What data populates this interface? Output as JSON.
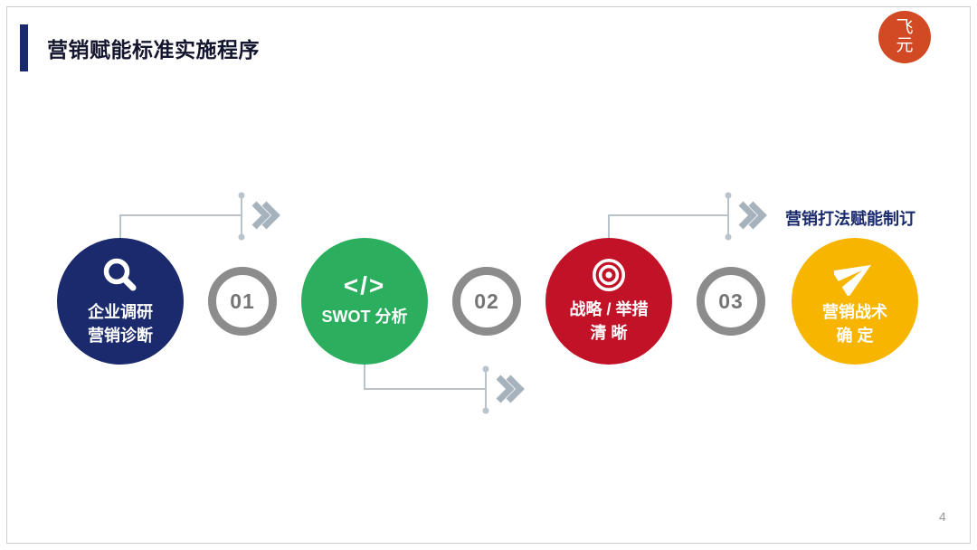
{
  "slide": {
    "title": "营销赋能标准实施程序",
    "page_number": "4",
    "logo": {
      "char_top": "飞",
      "char_bottom": "元"
    }
  },
  "flow": {
    "annotation": "营销打法赋能制订",
    "steps": [
      {
        "icon": "search-icon",
        "color": "#1a2a6c",
        "lines": [
          "企业调研",
          "营销诊断"
        ]
      },
      {
        "icon": "code-icon",
        "color": "#2bae5e",
        "icon_glyph": "</>",
        "lines": [
          "SWOT 分析"
        ]
      },
      {
        "icon": "target-icon",
        "color": "#c11228",
        "lines": [
          "战略 / 举措",
          "清 晰"
        ]
      },
      {
        "icon": "paper-plane-icon",
        "color": "#f7b500",
        "lines": [
          "营销战术",
          "确 定"
        ]
      }
    ],
    "step_numbers": [
      "01",
      "02",
      "03"
    ]
  },
  "colors": {
    "accent_navy": "#1a2a6c",
    "green": "#2bae5e",
    "red": "#c11228",
    "yellow": "#f7b500",
    "logo_orange": "#d14a24",
    "ring_gray": "#8c8c8c",
    "connector_gray": "#b9c3cb",
    "chevron_gray": "#a6b3bd"
  }
}
